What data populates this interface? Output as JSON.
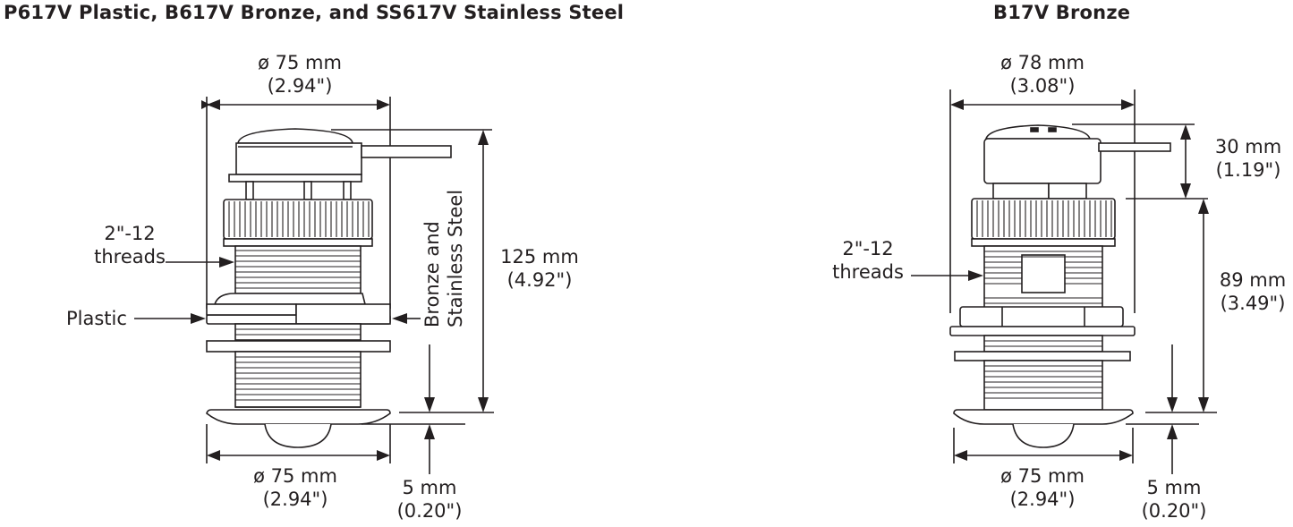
{
  "left_diagram": {
    "title": "P617V Plastic, B617V Bronze, and SS617V Stainless Steel",
    "top_diameter": {
      "metric": "ø 75 mm",
      "imperial": "(2.94\")"
    },
    "bottom_diameter": {
      "metric": "ø 75 mm",
      "imperial": "(2.94\")"
    },
    "height": {
      "metric": "125 mm",
      "imperial": "(4.92\")"
    },
    "flange": {
      "metric": "5 mm",
      "imperial": "(0.20\")"
    },
    "threads_label": {
      "line1": "2\"-12",
      "line2": "threads"
    },
    "plastic_label": "Plastic",
    "metal_label": {
      "line1": "Bronze and",
      "line2": "Stainless Steel"
    }
  },
  "right_diagram": {
    "title": "B17V Bronze",
    "top_diameter": {
      "metric": "ø 78 mm",
      "imperial": "(3.08\")"
    },
    "bottom_diameter": {
      "metric": "ø 75 mm",
      "imperial": "(2.94\")"
    },
    "cap_height": {
      "metric": "30 mm",
      "imperial": "(1.19\")"
    },
    "body_height": {
      "metric": "89 mm",
      "imperial": "(3.49\")"
    },
    "flange": {
      "metric": "5 mm",
      "imperial": "(0.20\")"
    },
    "threads_label": {
      "line1": "2\"-12",
      "line2": "threads"
    }
  }
}
